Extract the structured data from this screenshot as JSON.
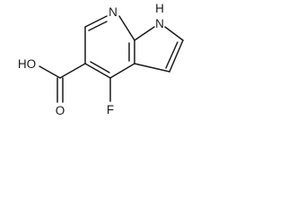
{
  "molecule": {
    "atom_labels": {
      "ring_nitrogen": "N",
      "nh_nitrogen": "N",
      "nh_hydrogen": "H",
      "hydroxyl": "HO",
      "carbonyl_oxygen": "O",
      "fluorine": "F"
    },
    "ink_color": "#1a1a1a",
    "background_color": "#ffffff"
  }
}
